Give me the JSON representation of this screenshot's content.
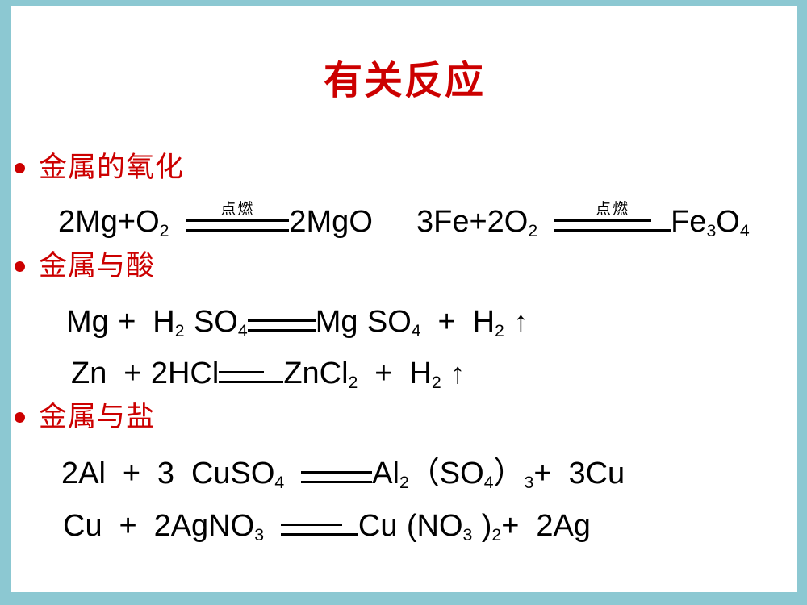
{
  "slide": {
    "title": "有关反应",
    "title_color": "#cc0000",
    "frame_color": "#8cc8d2",
    "background_color": "#ffffff",
    "bullet_color": "#cc0000",
    "equation_color": "#000000"
  },
  "sections": [
    {
      "id": "oxidation",
      "label": "金属的氧化",
      "equations": [
        {
          "id": "mg-o2",
          "reactants": "2Mg+O",
          "reactant_sub": "2",
          "condition": "点燃",
          "products": "2MgO"
        },
        {
          "id": "fe-o2",
          "reactants": "3Fe+2O",
          "reactant_sub": "2",
          "condition": "点燃",
          "products_parts": [
            "Fe",
            "3",
            "O",
            "4"
          ]
        }
      ]
    },
    {
      "id": "acid",
      "label": "金属与酸",
      "equations": [
        {
          "id": "mg-h2so4",
          "left": [
            "Mg",
            "+",
            "H",
            "2",
            "SO",
            "4"
          ],
          "condition": "",
          "right": [
            "Mg",
            "SO",
            "4",
            "+",
            "H",
            "2",
            "↑"
          ]
        },
        {
          "id": "zn-hcl",
          "left": [
            "Zn",
            "+",
            "2HCl"
          ],
          "condition": "",
          "right": [
            "ZnCl",
            "2",
            "+",
            "H",
            "2",
            "↑"
          ]
        }
      ]
    },
    {
      "id": "salt",
      "label": "金属与盐",
      "equations": [
        {
          "id": "al-cuso4",
          "left": [
            "2Al",
            "+",
            "3",
            "CuSO",
            "4"
          ],
          "condition": "",
          "right": [
            "Al",
            "2",
            "（",
            "SO",
            "4",
            "）",
            "3",
            "+",
            "3Cu"
          ]
        },
        {
          "id": "cu-agno3",
          "left": [
            "Cu",
            "+",
            "2AgNO",
            "3"
          ],
          "condition": "",
          "right": [
            "Cu",
            "(NO",
            "3",
            ")",
            "2",
            "+",
            "2Ag"
          ]
        }
      ]
    }
  ],
  "equation_text": {
    "mg_o2_left": "2Mg+O",
    "mg_o2_left_sub": "2",
    "mg_o2_cond": "点燃",
    "mg_o2_right": "2MgO",
    "fe_o2_left": "3Fe+2O",
    "fe_o2_left_sub": "2",
    "fe_o2_cond": "点燃",
    "fe_o2_right_a": "Fe",
    "fe_o2_right_sub1": "3",
    "fe_o2_right_b": "O",
    "fe_o2_right_sub2": "4",
    "mg_acid_a": "Mg",
    "mg_acid_plus1": "+",
    "mg_acid_h": "H",
    "mg_acid_h_sub": "2",
    "mg_acid_so": "SO",
    "mg_acid_so_sub": "4",
    "mg_acid_pa": "Mg",
    "mg_acid_pso": "SO",
    "mg_acid_pso_sub": "4",
    "mg_acid_plus2": "+",
    "mg_acid_ph": "H",
    "mg_acid_ph_sub": "2",
    "mg_acid_arrow": "↑",
    "zn_a": "Zn",
    "zn_plus1": "+",
    "zn_hcl": "2HCl",
    "zn_p": "ZnCl",
    "zn_p_sub": "2",
    "zn_plus2": "+",
    "zn_h": "H",
    "zn_h_sub": "2",
    "zn_arrow": "↑",
    "al_a": "2Al",
    "al_plus1": "+",
    "al_three": "3",
    "al_cuso": "CuSO",
    "al_cuso_sub": "4",
    "al_p": "Al",
    "al_p_sub": "2",
    "al_paren_open": "（",
    "al_pso": "SO",
    "al_pso_sub": "4",
    "al_paren_close": "）",
    "al_paren_sub": "3",
    "al_plus2": "+",
    "al_cu": "3Cu",
    "cu_a": "Cu",
    "cu_plus1": "+",
    "cu_agno": "2AgNO",
    "cu_agno_sub": "3",
    "cu_p": "Cu",
    "cu_p_paren_open": "(NO",
    "cu_p_sub1": "3",
    "cu_p_paren_close": ")",
    "cu_p_sub2": "2",
    "cu_plus2": "+",
    "cu_ag": "2Ag"
  }
}
